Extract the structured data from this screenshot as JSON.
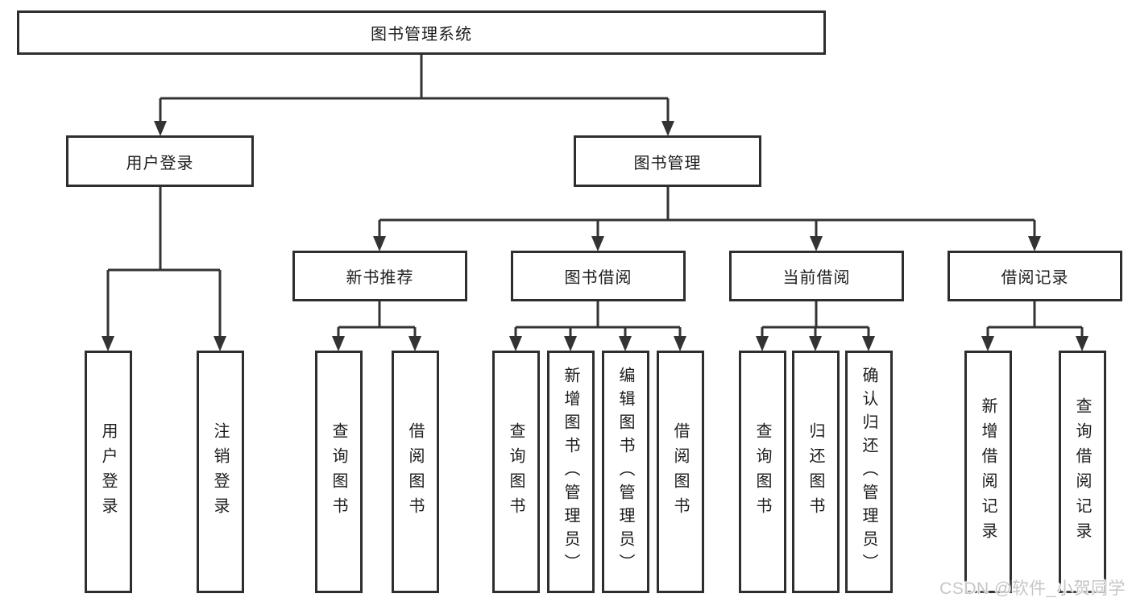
{
  "tree": {
    "label": "图书管理系统",
    "children": [
      {
        "label": "用户登录",
        "children": [
          {
            "label": "用户登录"
          },
          {
            "label": "注销登录"
          }
        ]
      },
      {
        "label": "图书管理",
        "children": [
          {
            "label": "新书推荐",
            "children": [
              {
                "label": "查询图书"
              },
              {
                "label": "借阅图书"
              }
            ]
          },
          {
            "label": "图书借阅",
            "children": [
              {
                "label": "查询图书"
              },
              {
                "label": "新增图书（管理员）"
              },
              {
                "label": "编辑图书（管理员）"
              },
              {
                "label": "借阅图书"
              }
            ]
          },
          {
            "label": "当前借阅",
            "children": [
              {
                "label": "查询图书"
              },
              {
                "label": "归还图书"
              },
              {
                "label": "确认归还（管理员）"
              }
            ]
          },
          {
            "label": "借阅记录",
            "children": [
              {
                "label": "新增借阅记录"
              },
              {
                "label": "查询借阅记录"
              }
            ]
          }
        ]
      }
    ]
  },
  "watermark": "CSDN @软件_小贺同学",
  "colors": {
    "line": "#333333",
    "border": "#2e2e2e",
    "text": "#1c1c1c",
    "background": "#ffffff",
    "watermark": "#c6c6c6"
  }
}
